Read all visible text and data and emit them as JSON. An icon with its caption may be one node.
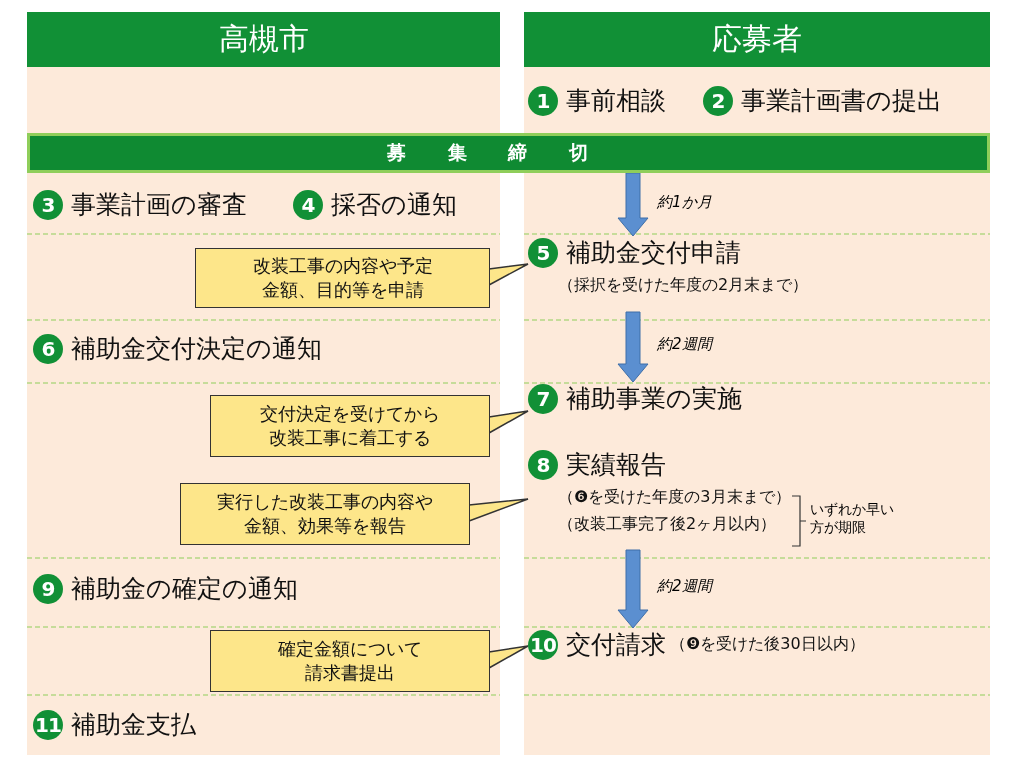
{
  "diagram": {
    "nodes": [
      {
        "text": [
          "高槻市"
        ]
      },
      {
        "text": [
          "応募者"
        ]
      },
      {
        "text": [
          "1",
          "事前相談"
        ],
        "in": 1
      },
      {
        "text": [
          "2",
          "事業計画書の提出"
        ],
        "in": 1
      },
      {
        "text": [
          "募集締切"
        ]
      },
      {
        "text": [
          "3",
          "事業計画の審査"
        ],
        "in": 0
      },
      {
        "text": [
          "4",
          "採否の通知"
        ],
        "in": 0
      },
      {
        "text": [
          "5",
          "補助金交付申請",
          "（採択を受けた年度の2月末まで）"
        ],
        "in": 1
      },
      {
        "text": [
          "改装工事の内容や予定金額、目的等を申請"
        ],
        "in": 0
      },
      {
        "text": [
          "6",
          "補助金交付決定の通知"
        ],
        "in": 0
      },
      {
        "text": [
          "7",
          "補助事業の実施"
        ],
        "in": 1
      },
      {
        "text": [
          "交付決定を受けてから改装工事に着工する"
        ],
        "in": 0
      },
      {
        "text": [
          "8",
          "実績報告",
          "（❻を受けた年度の3月末まで）",
          "（改装工事完了後2ヶ月以内）"
        ],
        "in": 1
      },
      {
        "text": [
          "実行した改装工事の内容や金額、効果等を報告"
        ],
        "in": 0
      },
      {
        "text": [
          "9",
          "補助金の確定の通知"
        ],
        "in": 0
      },
      {
        "text": [
          "10",
          "交付請求",
          "（❾を受けた後30日以内）"
        ],
        "in": 1
      },
      {
        "text": [
          "確定金額について請求書提出"
        ],
        "in": 0
      },
      {
        "text": [
          "11",
          "補助金支払"
        ],
        "in": 0
      }
    ],
    "edges": [
      {
        "from": 4,
        "to": 7,
        "arrow": "to",
        "label": "約1か月"
      },
      {
        "from": 8,
        "to": 7,
        "arrow": "to"
      },
      {
        "from": 7,
        "to": 10,
        "arrow": "to",
        "label": "約2週間"
      },
      {
        "from": 11,
        "to": 10,
        "arrow": "to"
      },
      {
        "from": 13,
        "to": 12,
        "arrow": "to"
      },
      {
        "from": 12,
        "to": 15,
        "arrow": "to",
        "label": "約2週間"
      },
      {
        "from": 16,
        "to": 15,
        "arrow": "to"
      }
    ],
    "labels": [
      "いずれか早い方が期限"
    ]
  }
}
